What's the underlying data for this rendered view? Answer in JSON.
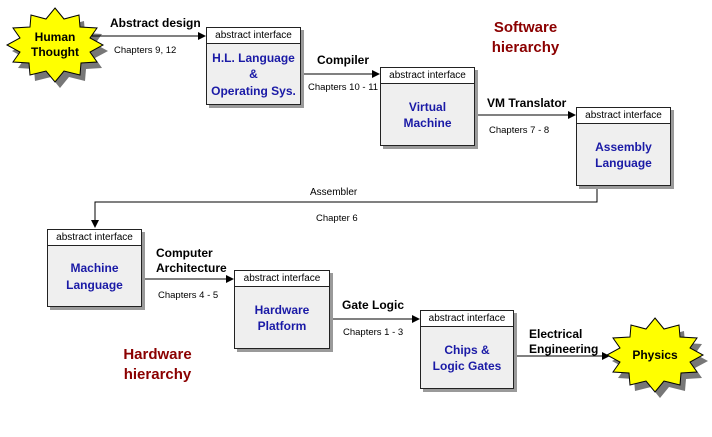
{
  "headings": {
    "software": "Software\nhierarchy",
    "hardware": "Hardware\nhierarchy"
  },
  "nodes": {
    "human": "Human\nThought",
    "physics": "Physics"
  },
  "boxes": {
    "hl": {
      "header": "abstract interface",
      "body": "H.L. Language\n&\nOperating Sys."
    },
    "vm": {
      "header": "abstract interface",
      "body": "Virtual\nMachine"
    },
    "asm": {
      "header": "abstract interface",
      "body": "Assembly\nLanguage"
    },
    "mach": {
      "header": "abstract interface",
      "body": "Machine\nLanguage"
    },
    "hw": {
      "header": "abstract interface",
      "body": "Hardware\nPlatform"
    },
    "chips": {
      "header": "abstract interface",
      "body": "Chips &\nLogic Gates"
    }
  },
  "edges": {
    "abstract_design": {
      "label": "Abstract design",
      "chapters": "Chapters 9, 12"
    },
    "compiler": {
      "label": "Compiler",
      "chapters": "Chapters 10 - 11"
    },
    "vm_translator": {
      "label": "VM Translator",
      "chapters": "Chapters 7 - 8"
    },
    "assembler": {
      "label": "Assembler",
      "chapters": "Chapter 6"
    },
    "computer_arch": {
      "label": "Computer\nArchitecture",
      "chapters": "Chapters  4 - 5"
    },
    "gate_logic": {
      "label": "Gate Logic",
      "chapters": "Chapters  1 - 3"
    },
    "electrical": {
      "label": "Electrical\nEngineering"
    }
  },
  "colors": {
    "heading": "#8b0000",
    "box_text": "#1a1aa6",
    "burst_fill": "#ffff00",
    "burst_shadow": "#777777"
  }
}
